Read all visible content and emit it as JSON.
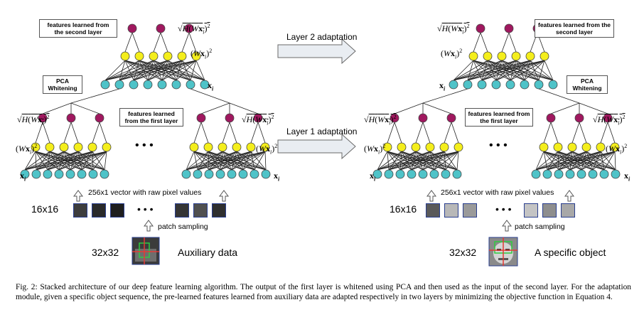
{
  "left": {
    "box_top": "features learned from the second layer",
    "box_pca": "PCA Whitening",
    "box_first": "features learned from the first layer",
    "vector_label": "256x1 vector with raw pixel values",
    "size_small": "16x16",
    "sampling_label": "patch sampling",
    "size_big": "32x32",
    "data_label": "Auxiliary data"
  },
  "middle": {
    "layer2_label": "Layer 2 adaptation",
    "layer1_label": "Layer 1 adaptation"
  },
  "right": {
    "box_top": "features learned from the second layer",
    "box_pca": "PCA Whitening",
    "box_first": "features learned from the first layer",
    "vector_label": "256x1 vector with raw pixel values",
    "size_small": "16x16",
    "sampling_label": "patch sampling",
    "size_big": "32x32",
    "data_label": "A specific object"
  },
  "math": {
    "sqrt_h": "H(Wx_i)^2",
    "wx_sq": "(Wx_i)^2",
    "x_i": "x_i",
    "ellipsis": "• • •"
  },
  "caption": "Fig. 2: Stacked architecture of our deep feature learning algorithm. The output of the first layer is whitened using PCA and then used as the input of the second layer. For the adaptation module, given a specific object sequence, the pre-learned features learned from auxiliary data are adapted respectively in two layers by minimizing the objective function in Equation 4.",
  "colors": {
    "input_node": "#4fc3c8",
    "mid_node": "#f4ee1c",
    "top_node": "#a0185f",
    "arrow_fill": "#e9edf2"
  }
}
